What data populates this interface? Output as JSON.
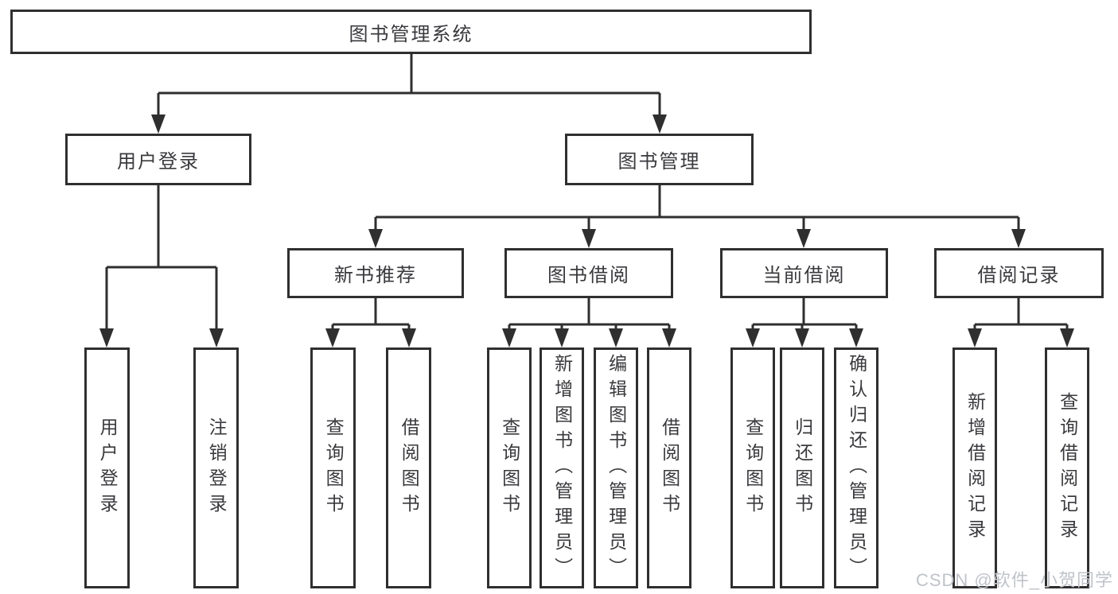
{
  "tree": {
    "root": {
      "label": "图书管理系统",
      "children": [
        {
          "label": "用户登录",
          "children": [
            {
              "label": "用户登录"
            },
            {
              "label": "注销登录"
            }
          ]
        },
        {
          "label": "图书管理",
          "children": [
            {
              "label": "新书推荐",
              "children": [
                {
                  "label": "查询图书"
                },
                {
                  "label": "借阅图书"
                }
              ]
            },
            {
              "label": "图书借阅",
              "children": [
                {
                  "label": "查询图书"
                },
                {
                  "label": "新增图书（管理员）"
                },
                {
                  "label": "编辑图书（管理员）"
                },
                {
                  "label": "借阅图书"
                }
              ]
            },
            {
              "label": "当前借阅",
              "children": [
                {
                  "label": "查询图书"
                },
                {
                  "label": "归还图书"
                },
                {
                  "label": "确认归还（管理员）"
                }
              ]
            },
            {
              "label": "借阅记录",
              "children": [
                {
                  "label": "新增借阅记录"
                },
                {
                  "label": "查询借阅记录"
                }
              ]
            }
          ]
        }
      ]
    }
  },
  "watermark": {
    "text": "CSDN @软件_小贺同学"
  },
  "colors": {
    "line": "#2f2f2f",
    "text": "#3a3a3e",
    "background": "#ffffff",
    "watermark": "#bfc3c9"
  }
}
